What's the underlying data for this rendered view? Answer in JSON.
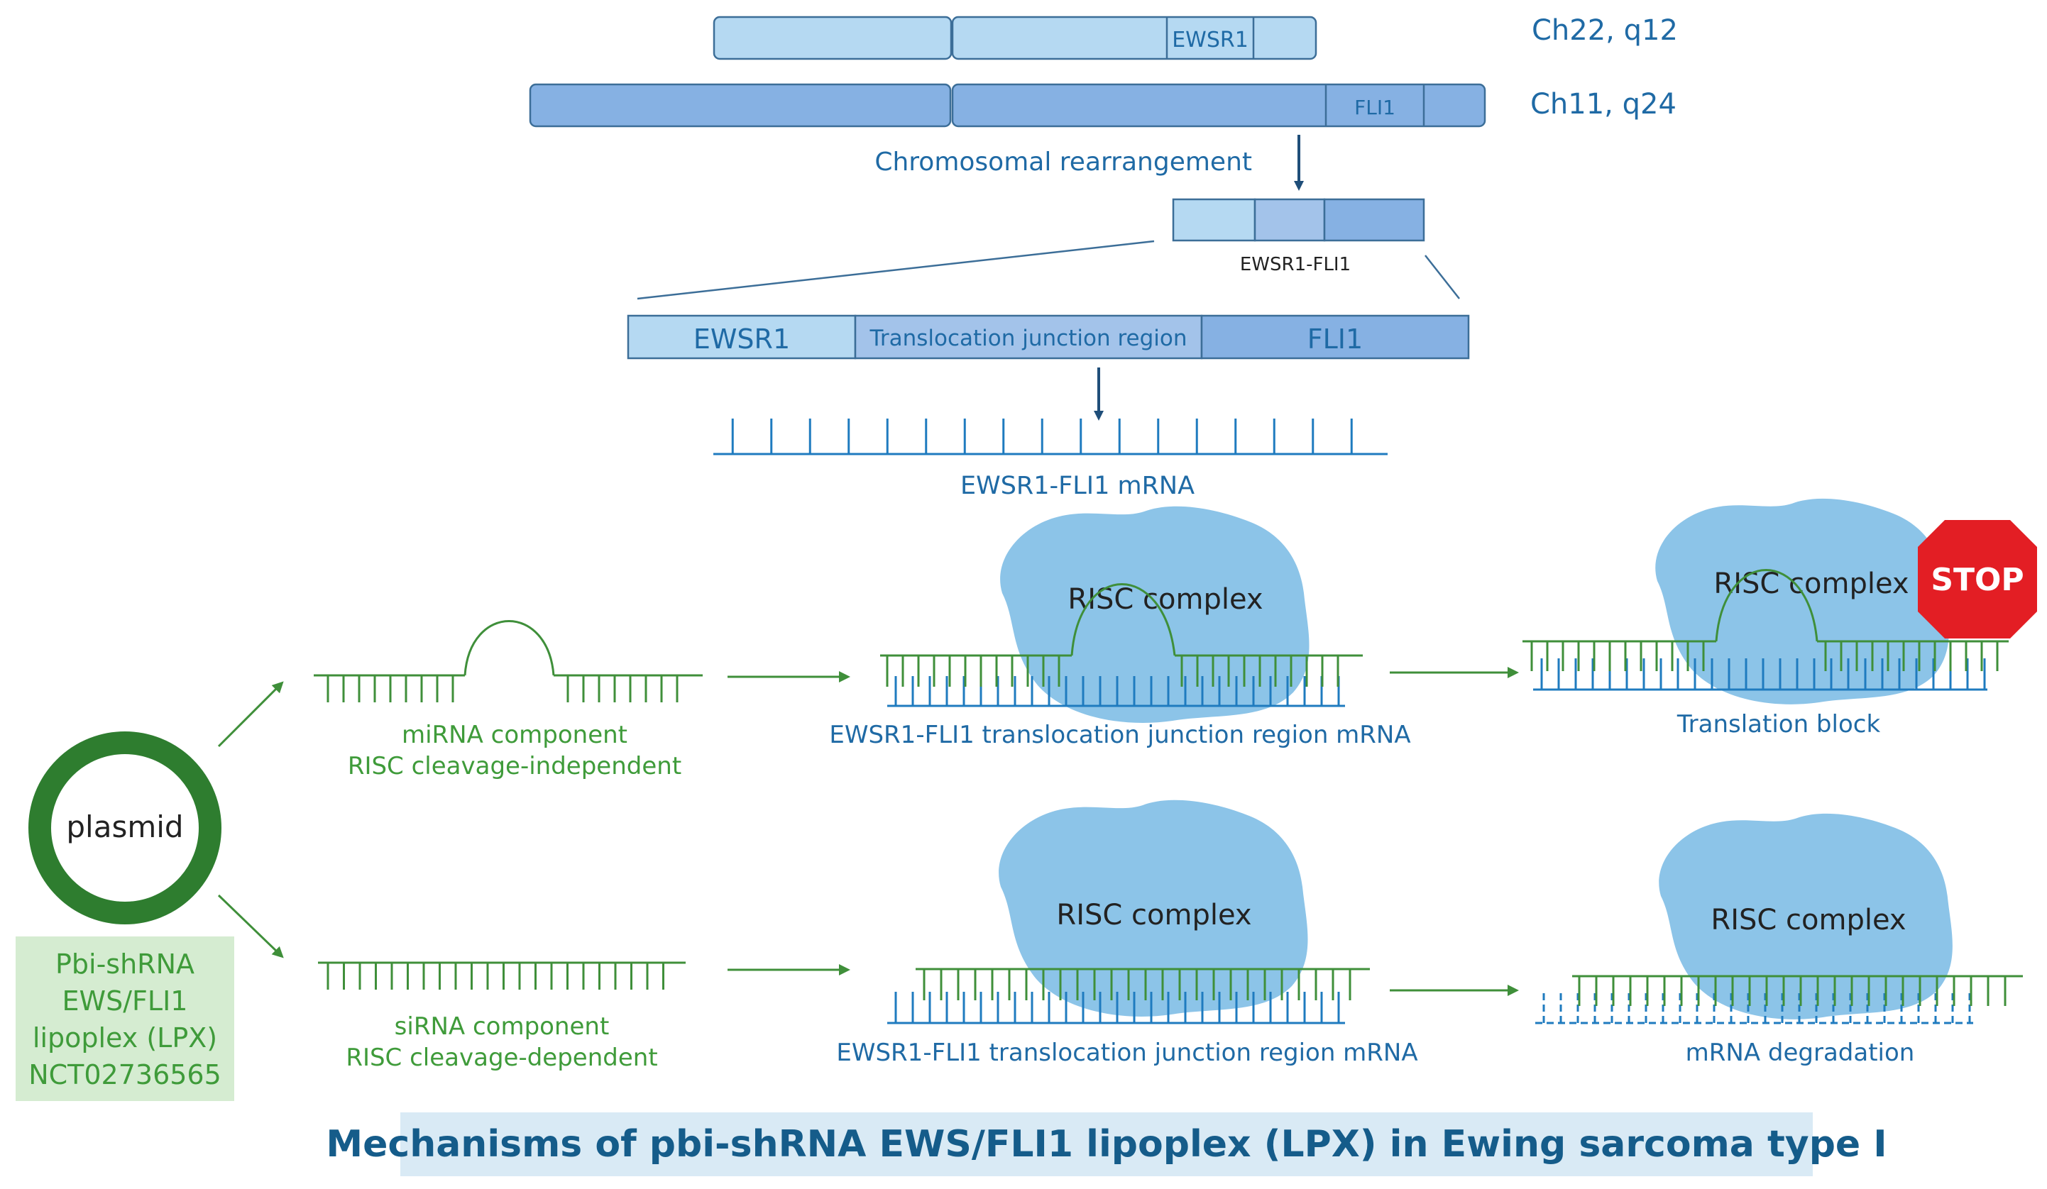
{
  "chromosomes": {
    "ch22_label": "Ch22, q12",
    "ch11_label": "Ch11, q24",
    "ch22_gene": "EWSR1",
    "ch11_gene": "FLI1",
    "rearrangement_label": "Chromosomal rearrangement",
    "fusion_label": "EWSR1-FLI1"
  },
  "junction": {
    "left_label": "EWSR1",
    "middle_label": "Translocation junction region",
    "right_label": "FLI1",
    "mrna_label": "EWSR1-FLI1 mRNA"
  },
  "plasmid": {
    "label": "plasmid",
    "info_lines": [
      "Pbi-shRNA",
      "EWS/FLI1",
      "lipoplex (LPX)",
      "NCT02736565"
    ]
  },
  "mirna_path": {
    "component_label": "miRNA component",
    "mechanism_label": "RISC cleavage-independent",
    "complex_label": "RISC complex",
    "target_label": "EWSR1-FLI1 translocation junction region mRNA",
    "result_complex_label": "RISC complex",
    "stop_label": "STOP",
    "result_label": "Translation block"
  },
  "sirna_path": {
    "component_label": "siRNA component",
    "mechanism_label": "RISC cleavage-dependent",
    "complex_label": "RISC complex",
    "target_label": "EWSR1-FLI1 translocation junction region mRNA",
    "result_complex_label": "RISC complex",
    "result_label": "mRNA degradation"
  },
  "footer": {
    "title": "Mechanisms of pbi-shRNA EWS/FLI1 lipoplex (LPX) in Ewing sarcoma type I"
  },
  "colors": {
    "blue_text": "#1f6aa5",
    "green": "#3f8f3a",
    "light_chromosome": "#b5d9f2",
    "dark_chromosome": "#86b1e3",
    "risc": "#8cc4e8",
    "stop": "#e31e24",
    "info_box": "#d5ecd1"
  }
}
